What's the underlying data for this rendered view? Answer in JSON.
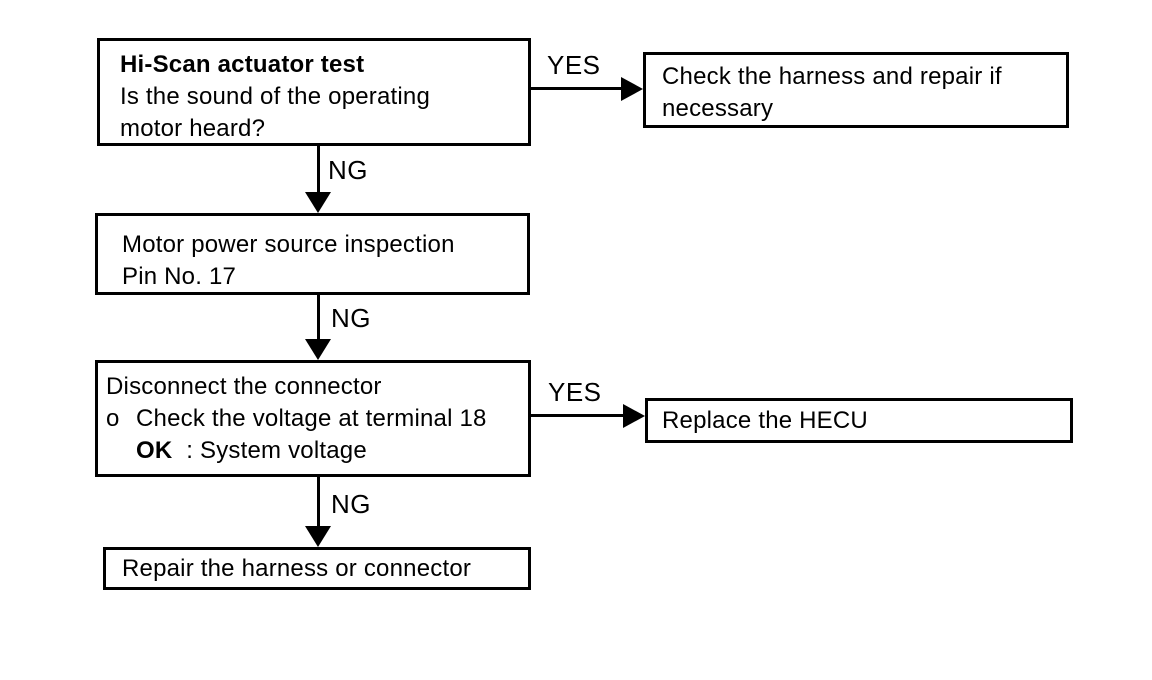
{
  "flowchart": {
    "nodes": {
      "hiscan_test": {
        "title": "Hi-Scan actuator test",
        "line1": "Is the sound of the operating",
        "line2": "motor heard?"
      },
      "check_harness": {
        "line1": "Check the harness and repair if",
        "line2": "necessary"
      },
      "motor_power": {
        "line1": "Motor power source inspection",
        "line2": "Pin No. 17"
      },
      "disconnect_connector": {
        "line1": "Disconnect the connector",
        "bullet": "o",
        "line2": "Check the voltage at terminal 18",
        "ok_label": "OK",
        "ok_text": ": System voltage"
      },
      "replace_hecu": {
        "text": "Replace the HECU"
      },
      "repair_harness": {
        "text": "Repair the harness or connector"
      }
    },
    "labels": {
      "yes_top": "YES",
      "ng_top": "NG",
      "ng_mid": "NG",
      "yes_mid": "YES",
      "ng_bottom": "NG"
    },
    "colors": {
      "line": "#000000",
      "background": "#ffffff",
      "text": "#000000"
    }
  }
}
